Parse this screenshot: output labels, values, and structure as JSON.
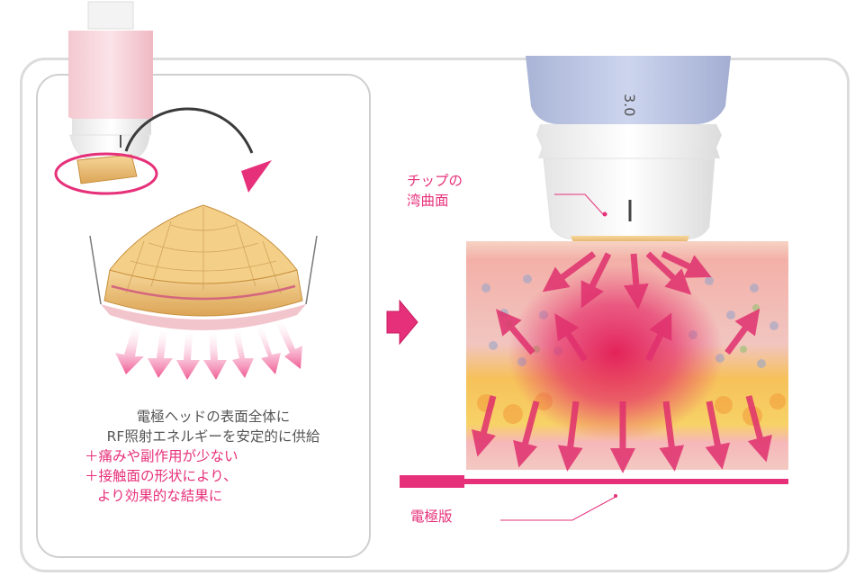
{
  "device": {
    "handle_label": "3.0"
  },
  "left_caption": {
    "line1": "電極ヘッドの表面全体に",
    "line2": "RF照射エネルギーを安定的に供給",
    "benefit1": "＋痛みや副作用が少ない",
    "benefit2": "＋接触面の形状により、",
    "benefit3": "より効果的な結果に"
  },
  "labels": {
    "tip_line1": "チップの",
    "tip_line2": "湾曲面",
    "plate": "電極版"
  },
  "colors": {
    "accent_pink": "#e6307a",
    "panel_border": "#dcdcdc",
    "device_blue": "#b8c2e0",
    "tip_gold": "#e8c07a",
    "skin_pink": "#f3b8c0",
    "fat_yellow": "#f6c454"
  }
}
